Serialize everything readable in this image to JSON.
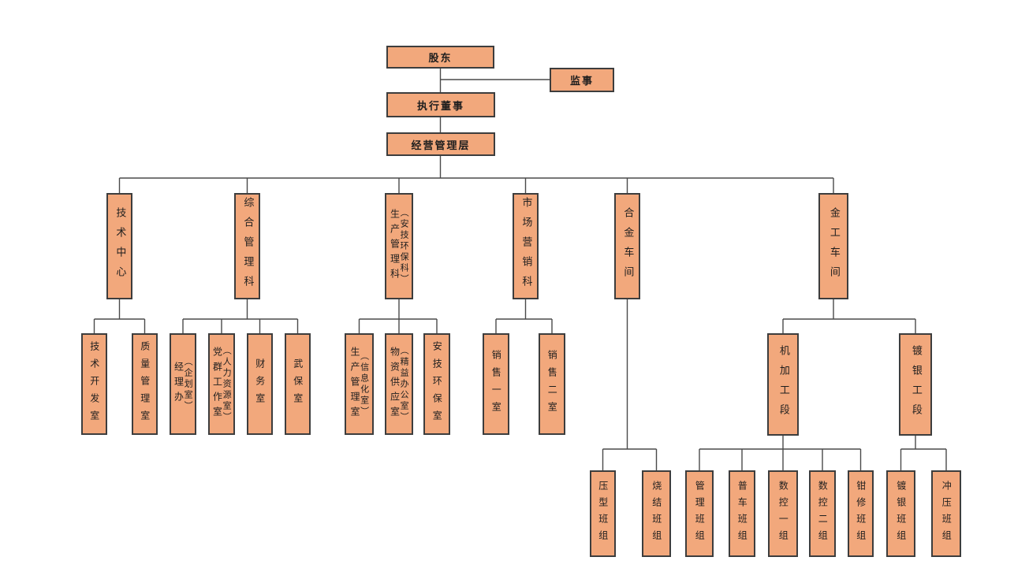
{
  "diagram_type": "org-chart",
  "colors": {
    "box_fill": "#F2A87C",
    "box_border": "#3D3D3D",
    "connector_line": "#4A4A4A",
    "text": "#1E1E1E",
    "background": "#FFFFFF"
  },
  "nodes": {
    "shareholders": {
      "label": "股东"
    },
    "supervisor": {
      "label": "监事"
    },
    "executive_director": {
      "label": "执行董事"
    },
    "management_layer": {
      "label": "经营管理层"
    },
    "tech_center": {
      "label": "技术中心"
    },
    "general_mgmt": {
      "label": "综合管理科"
    },
    "production_mgmt": {
      "label": "生产管理科",
      "sub": "（安技环保科）"
    },
    "marketing": {
      "label": "市场营销科"
    },
    "alloy_workshop": {
      "label": "合金车间"
    },
    "metal_workshop": {
      "label": "金工车间"
    },
    "tech_dev": {
      "label": "技术开发室"
    },
    "quality_mgmt": {
      "label": "质量管理室"
    },
    "manager_office": {
      "label": "经理办",
      "sub": "（企划室）"
    },
    "party_mass_office": {
      "label": "党群工作室",
      "sub": "（人力资源室）"
    },
    "finance": {
      "label": "财务室"
    },
    "security": {
      "label": "武保室"
    },
    "prod_mgmt_office": {
      "label": "生产管理室",
      "sub": "（信息化室）"
    },
    "material_supply": {
      "label": "物资供应室",
      "sub": "（精益办公室）"
    },
    "safety_env": {
      "label": "安技环保室"
    },
    "sales_office_1": {
      "label": "销售一室"
    },
    "sales_office_2": {
      "label": "销售二室"
    },
    "machining_section": {
      "label": "机加工段"
    },
    "silver_plating_section": {
      "label": "镀银工段"
    },
    "pressing_team": {
      "label": "压型班组"
    },
    "sintering_team": {
      "label": "烧结班组"
    },
    "mgmt_team": {
      "label": "管理班组"
    },
    "lathe_team": {
      "label": "普车班组"
    },
    "cnc_team_1": {
      "label": "数控一组"
    },
    "cnc_team_2": {
      "label": "数控二组"
    },
    "fitter_team": {
      "label": "钳修班组"
    },
    "silver_plating_team": {
      "label": "镀银班组"
    },
    "stamping_team": {
      "label": "冲压班组"
    }
  },
  "edges": [
    [
      "shareholders",
      "supervisor"
    ],
    [
      "shareholders",
      "executive_director"
    ],
    [
      "executive_director",
      "management_layer"
    ],
    [
      "management_layer",
      "tech_center"
    ],
    [
      "management_layer",
      "general_mgmt"
    ],
    [
      "management_layer",
      "production_mgmt"
    ],
    [
      "management_layer",
      "marketing"
    ],
    [
      "management_layer",
      "alloy_workshop"
    ],
    [
      "management_layer",
      "metal_workshop"
    ],
    [
      "tech_center",
      "tech_dev"
    ],
    [
      "tech_center",
      "quality_mgmt"
    ],
    [
      "general_mgmt",
      "manager_office"
    ],
    [
      "general_mgmt",
      "party_mass_office"
    ],
    [
      "general_mgmt",
      "finance"
    ],
    [
      "general_mgmt",
      "security"
    ],
    [
      "production_mgmt",
      "prod_mgmt_office"
    ],
    [
      "production_mgmt",
      "material_supply"
    ],
    [
      "production_mgmt",
      "safety_env"
    ],
    [
      "marketing",
      "sales_office_1"
    ],
    [
      "marketing",
      "sales_office_2"
    ],
    [
      "alloy_workshop",
      "pressing_team"
    ],
    [
      "alloy_workshop",
      "sintering_team"
    ],
    [
      "metal_workshop",
      "machining_section"
    ],
    [
      "metal_workshop",
      "silver_plating_section"
    ],
    [
      "machining_section",
      "mgmt_team"
    ],
    [
      "machining_section",
      "lathe_team"
    ],
    [
      "machining_section",
      "cnc_team_1"
    ],
    [
      "machining_section",
      "cnc_team_2"
    ],
    [
      "machining_section",
      "fitter_team"
    ],
    [
      "silver_plating_section",
      "silver_plating_team"
    ],
    [
      "silver_plating_section",
      "stamping_team"
    ]
  ]
}
